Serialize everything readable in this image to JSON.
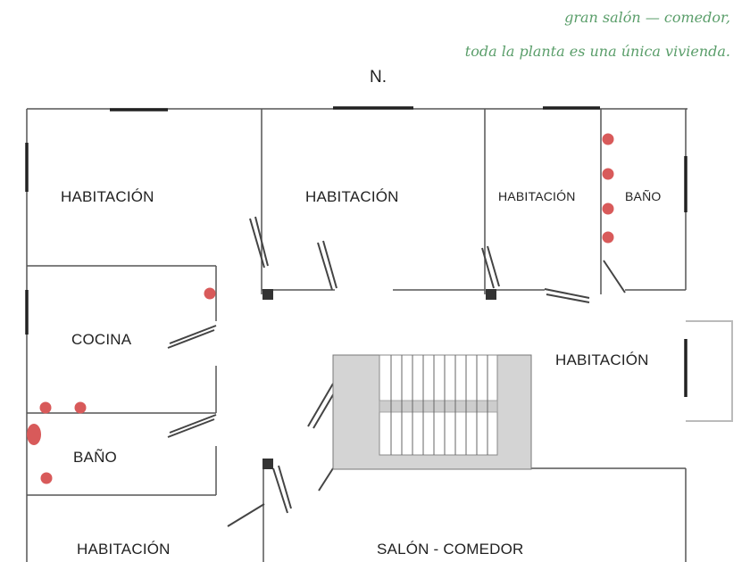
{
  "notes": {
    "line1": "gran salón — comedor,",
    "line2": "toda la planta es una única vivienda."
  },
  "compass": "N.",
  "rooms": {
    "hab_nw": "HABITACIÓN",
    "hab_n": "HABITACIÓN",
    "hab_ne": "HABITACIÓN",
    "bano_ne": "BAÑO",
    "cocina": "COCINA",
    "hab_e": "HABITACIÓN",
    "bano_w": "BAÑO",
    "hab_sw": "HABITACIÓN",
    "salon": "SALÓN - COMEDOR"
  },
  "colors": {
    "note_text": "#5a9e6a",
    "fixture_dot": "#d85a5a",
    "stair_fill": "#d4d4d4"
  }
}
